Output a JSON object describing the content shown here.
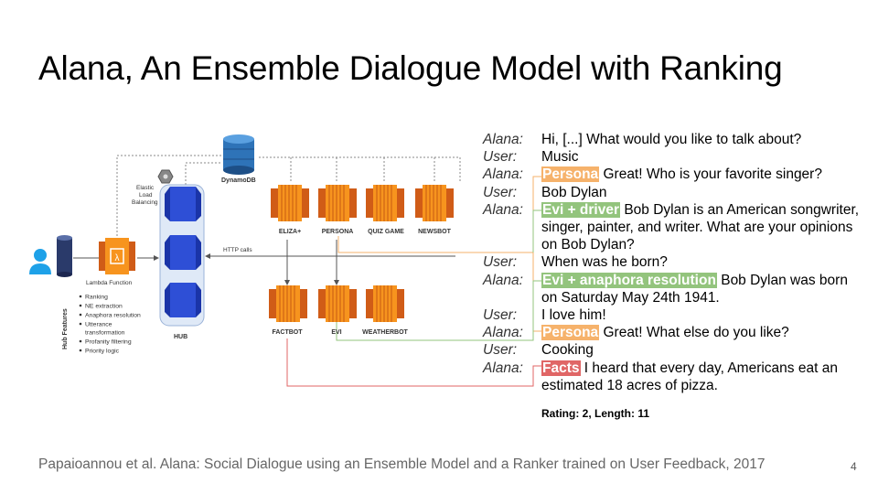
{
  "slide": {
    "title": "Alana, An Ensemble Dialogue Model with Ranking",
    "footer": "Papaioannou et al. Alana: Social Dialogue using an Ensemble Model and a Ranker trained on User Feedback, 2017",
    "page_number": "4"
  },
  "diagram": {
    "dynamodb_label": "DynamoDB",
    "elb_label": [
      "Elastic",
      "Load",
      "Balancing"
    ],
    "lambda_label": "Lambda Function",
    "hub_label": "HUB",
    "http_label": "HTTP calls",
    "hub_features_title": "Hub Features",
    "hub_features": [
      "Ranking",
      "NE extraction",
      "Anaphora resolution",
      "Utterance",
      "transformation",
      "Profanity filtering",
      "Priority logic"
    ],
    "bots_top": [
      "ELIZA+",
      "PERSONA",
      "QUIZ GAME",
      "NEWSBOT"
    ],
    "bots_bottom": [
      "FACTBOT",
      "EVI",
      "WEATHERBOT"
    ]
  },
  "dialogue": {
    "turns": [
      {
        "speaker": "Alana:",
        "tag": "",
        "text": "Hi, [...] What would you like to talk about?"
      },
      {
        "speaker": "User:",
        "tag": "",
        "text": "Music"
      },
      {
        "speaker": "Alana:",
        "tag": "Persona",
        "tag_kind": "persona",
        "text": " Great! Who is your favorite singer?"
      },
      {
        "speaker": "User:",
        "tag": "",
        "text": "Bob Dylan"
      },
      {
        "speaker": "Alana:",
        "tag": "Evi + driver",
        "tag_kind": "evi",
        "text": " Bob Dylan is an American songwriter, singer, painter, and writer. What are your opinions on Bob Dylan?"
      },
      {
        "speaker": "User:",
        "tag": "",
        "text": "When was he born?"
      },
      {
        "speaker": "Alana:",
        "tag": "Evi + anaphora resolution",
        "tag_kind": "evi",
        "text": " Bob Dylan was born on Saturday May 24th 1941."
      },
      {
        "speaker": "User:",
        "tag": "",
        "text": "I love him!"
      },
      {
        "speaker": "Alana:",
        "tag": "Persona",
        "tag_kind": "persona",
        "text": " Great! What else do you like?"
      },
      {
        "speaker": "User:",
        "tag": "",
        "text": "Cooking"
      },
      {
        "speaker": "Alana:",
        "tag": "Facts",
        "tag_kind": "facts",
        "text": " I heard that every day, Americans eat an estimated 18 acres of pizza."
      }
    ],
    "rating": "Rating:  2, Length: 11"
  },
  "colors": {
    "persona": "#f6b26b",
    "evi": "#93c47d",
    "facts": "#e06666",
    "aws_orange": "#f7941e",
    "aws_dark_orange": "#d05c17",
    "hub_blue": "#2e4fd6",
    "dynamo_blue": "#2e73b8"
  }
}
